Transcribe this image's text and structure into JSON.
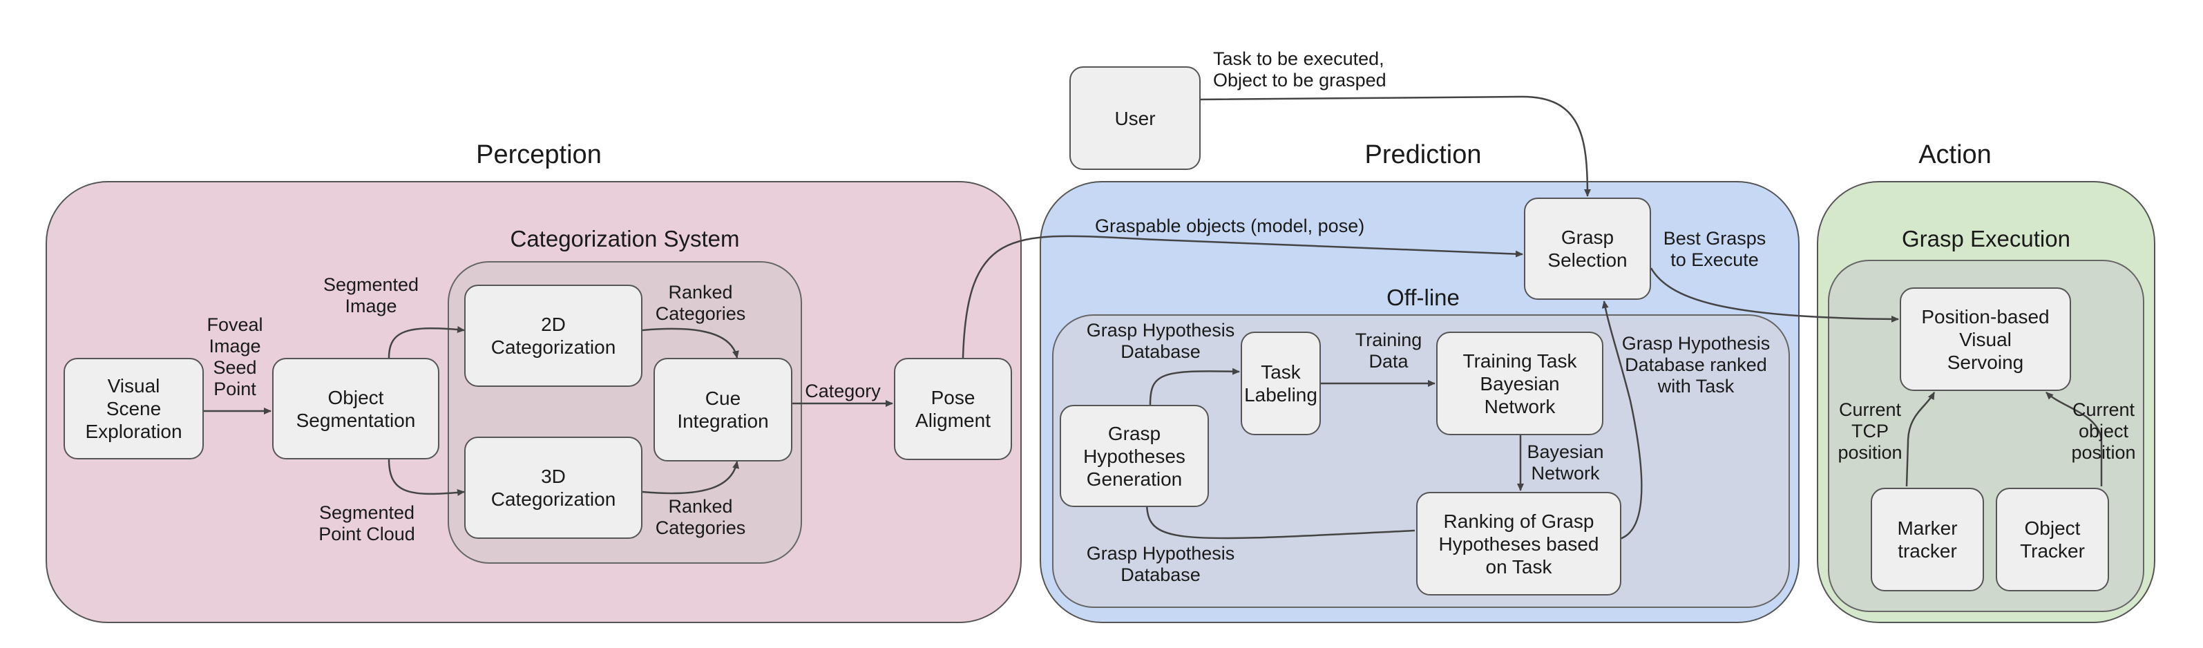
{
  "sections": {
    "perception": "Perception",
    "prediction": "Prediction",
    "action": "Action"
  },
  "groups": {
    "categorization_system": "Categorization System",
    "offline": "Off-line",
    "grasp_execution": "Grasp Execution"
  },
  "nodes": {
    "visual_scene_exploration": "Visual\nScene\nExploration",
    "object_segmentation": "Object\nSegmentation",
    "categorization_2d": "2D\nCategorization",
    "categorization_3d": "3D\nCategorization",
    "cue_integration": "Cue\nIntegration",
    "pose_alignment": "Pose\nAligment",
    "user": "User",
    "grasp_selection": "Grasp\nSelection",
    "task_labeling": "Task\nLabeling",
    "training_task_bn": "Training Task\nBayesian\nNetwork",
    "grasp_hypotheses_generation": "Grasp\nHypotheses\nGeneration",
    "ranking": "Ranking of Grasp\nHypotheses based\non Task",
    "position_visual_servoing": "Position-based\nVisual\nServoing",
    "marker_tracker": "Marker\ntracker",
    "object_tracker": "Object\nTracker"
  },
  "edge_labels": {
    "foveal": "Foveal\nImage\nSeed\nPoint",
    "segmented_image": "Segmented\nImage",
    "segmented_point_cloud": "Segmented\nPoint Cloud",
    "ranked_categories_top": "Ranked\nCategories",
    "ranked_categories_bottom": "Ranked\nCategories",
    "category": "Category",
    "task_object": "Task to be executed,\nObject to be grasped",
    "graspable_objects": "Graspable objects (model, pose)",
    "best_grasps": "Best Grasps\nto Execute",
    "ghd_top": "Grasp Hypothesis\nDatabase",
    "ghd_bottom": "Grasp Hypothesis\nDatabase",
    "training_data": "Training\nData",
    "bayesian_network": "Bayesian\nNetwork",
    "ghd_ranked": "Grasp Hypothesis\nDatabase ranked\nwith Task",
    "current_tcp": "Current\nTCP\nposition",
    "current_object": "Current\nobject\nposition"
  },
  "colors": {
    "perception_fill": "#e8cfd9",
    "categorization_fill": "#dcccd2",
    "prediction_fill": "#c7d8f4",
    "offline_fill": "#cfd5e4",
    "action_fill": "#d6e8cb",
    "execution_fill": "#cfd8cc",
    "node_fill": "#efefef",
    "stroke": "#555555"
  }
}
